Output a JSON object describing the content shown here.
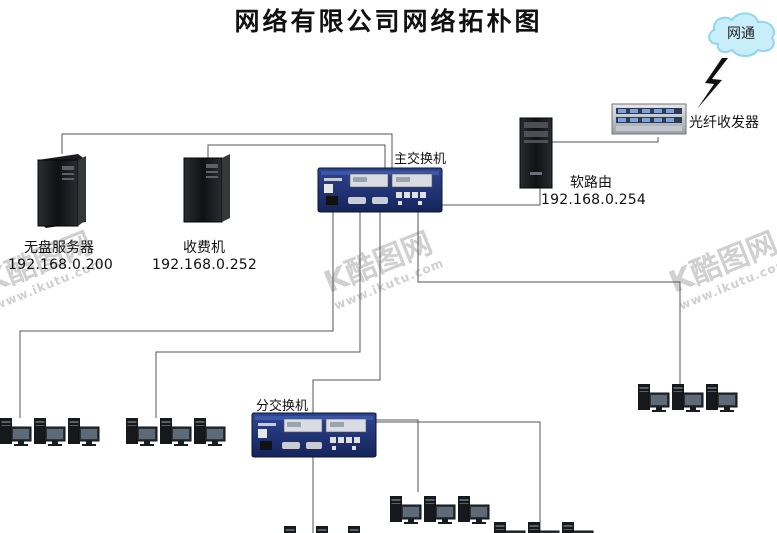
{
  "title": "网络有限公司网络拓朴图",
  "cloud_label": "网通",
  "transceiver_label": "光纤收发器",
  "main_switch_label": "主交换机",
  "sub_switch_label": "分交换机",
  "router": {
    "name": "软路由",
    "ip": "192.168.0.254"
  },
  "diskless_server": {
    "name": "无盘服务器",
    "ip": "192.168.0.200"
  },
  "billing_server": {
    "name": "收费机",
    "ip": "192.168.0.252"
  },
  "watermark": {
    "brand": "K酷图网",
    "url": "www.ikutu.com"
  },
  "colors": {
    "switch": "#1c2f6e",
    "tower": "#1a1c1e",
    "line": "#555555",
    "cloud": "#8fd6f2"
  }
}
